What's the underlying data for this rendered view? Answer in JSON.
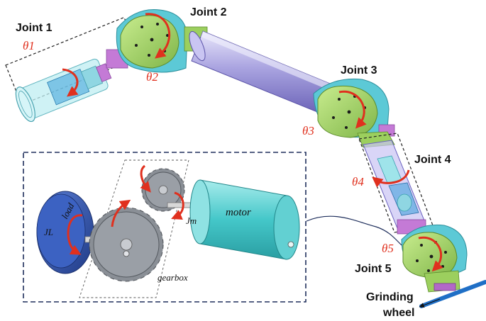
{
  "joints": {
    "j1": "Joint 1",
    "j2": "Joint 2",
    "j3": "Joint 3",
    "j4": "Joint 4",
    "j5": "Joint 5"
  },
  "angles": {
    "t1": "θ1",
    "t2": "θ2",
    "t3": "θ3",
    "t4": "θ4",
    "t5": "θ5"
  },
  "inset": {
    "load": "load",
    "jl": "JL",
    "jm": "Jm",
    "motor": "motor",
    "gearbox": "gearbox"
  },
  "tool": {
    "line1": "Grinding",
    "line2": "wheel"
  },
  "colors": {
    "link_purple": "#9d97d8",
    "joint_green": "#9ccf5e",
    "joint_cyan": "#5cc9d6",
    "arrow_red": "#e0301e",
    "motor_cyan": "#3fc6c8",
    "load_blue": "#2c4fa8",
    "gear_gray": "#8a8f96",
    "frame_navy": "#1f2f5c",
    "grinder_blue": "#1f6fc6"
  }
}
